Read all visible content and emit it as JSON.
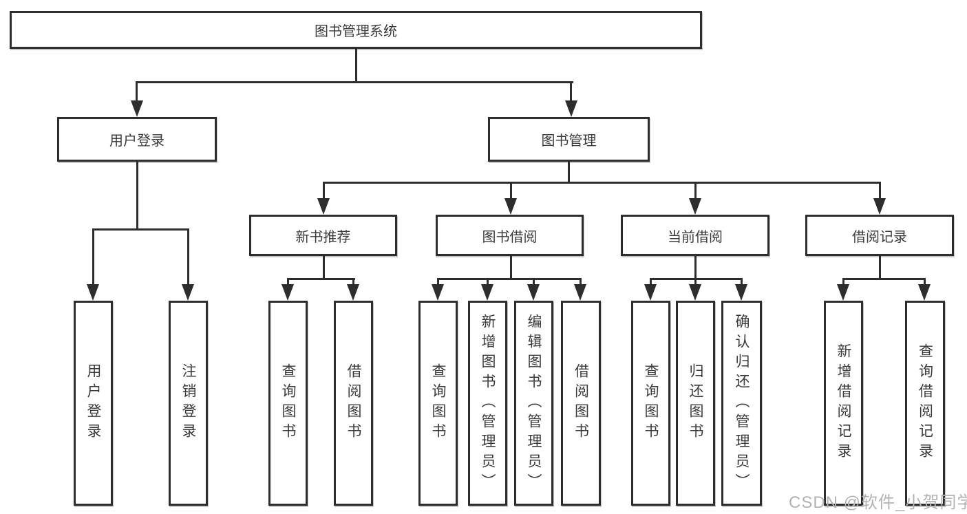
{
  "diagram": {
    "root": {
      "label": "图书管理系统",
      "children": [
        {
          "label": "用户登录",
          "children": [
            {
              "label": "用户登录"
            },
            {
              "label": "注销登录"
            }
          ]
        },
        {
          "label": "图书管理",
          "children": [
            {
              "label": "新书推荐",
              "children": [
                {
                  "label": "查询图书"
                },
                {
                  "label": "借阅图书"
                }
              ]
            },
            {
              "label": "图书借阅",
              "children": [
                {
                  "label": "查询图书"
                },
                {
                  "label": "新增图书（管理员）"
                },
                {
                  "label": "编辑图书（管理员）"
                },
                {
                  "label": "借阅图书"
                }
              ]
            },
            {
              "label": "当前借阅",
              "children": [
                {
                  "label": "查询图书"
                },
                {
                  "label": "归还图书"
                },
                {
                  "label": "确认归还（管理员）"
                }
              ]
            },
            {
              "label": "借阅记录",
              "children": [
                {
                  "label": "新增借阅记录"
                },
                {
                  "label": "查询借阅记录"
                }
              ]
            }
          ]
        }
      ]
    },
    "colors": {
      "line": "#2d2d2d",
      "text": "#3a3a3a",
      "watermark": "#b2b2b2"
    }
  },
  "watermark": {
    "text": "CSDN @软件_小贺同学"
  }
}
